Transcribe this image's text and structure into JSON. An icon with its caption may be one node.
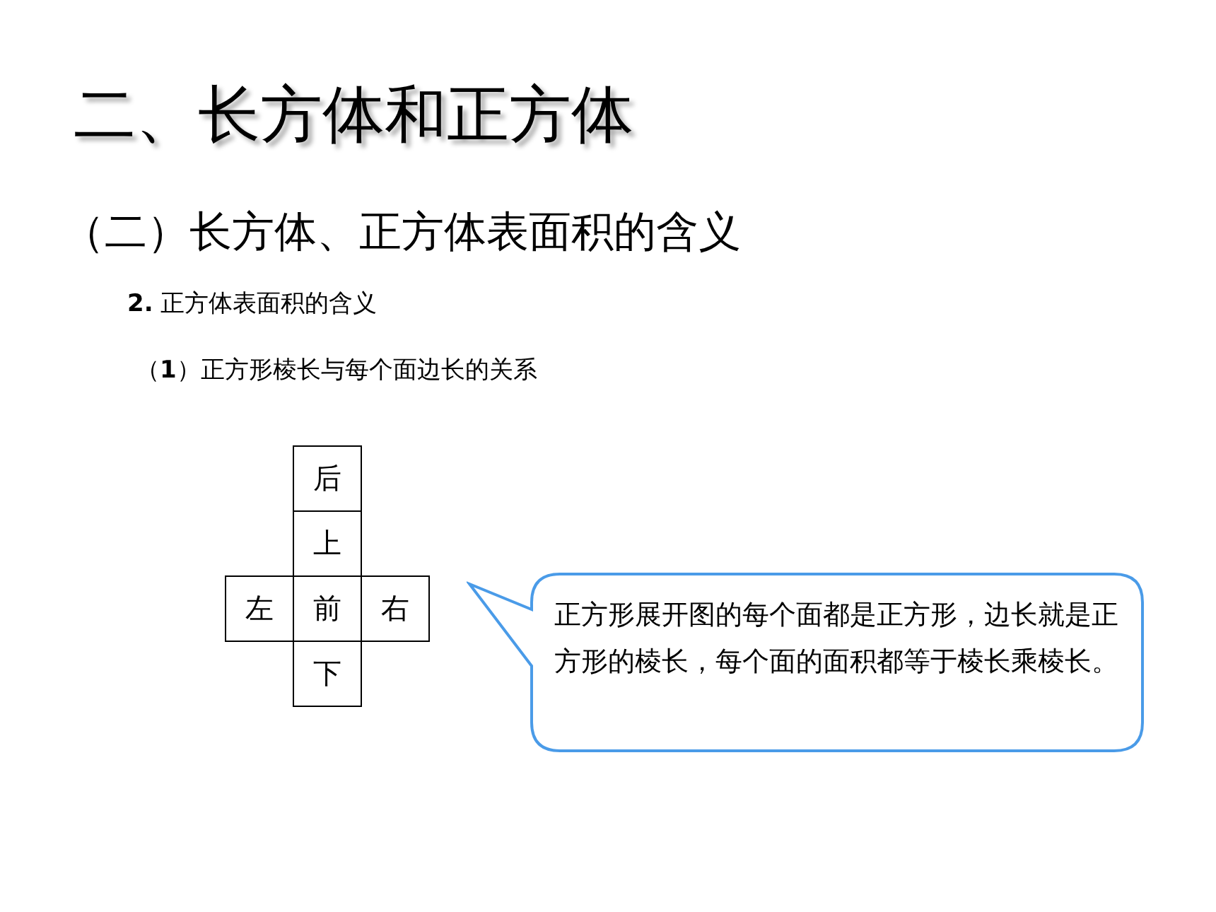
{
  "diagram": {
    "title": "二、长方体和正方体",
    "nodes": [
      {
        "text": [
          "后"
        ]
      },
      {
        "text": [
          "上"
        ]
      },
      {
        "text": [
          "左"
        ]
      },
      {
        "text": [
          "前"
        ]
      },
      {
        "text": [
          "右"
        ]
      },
      {
        "text": [
          "下"
        ]
      },
      {
        "text": [
          "正方形展开图的每个面都是正方形，边长就是正方形的棱长，每个面的面积都等于棱长乘棱长。"
        ]
      }
    ],
    "edges": [],
    "labels": [
      "（二）长方体、正方体表面积的含义",
      "**2.** 正方体表面积的含义",
      "（**1**）正方形棱长与每个面边长的关系"
    ]
  }
}
